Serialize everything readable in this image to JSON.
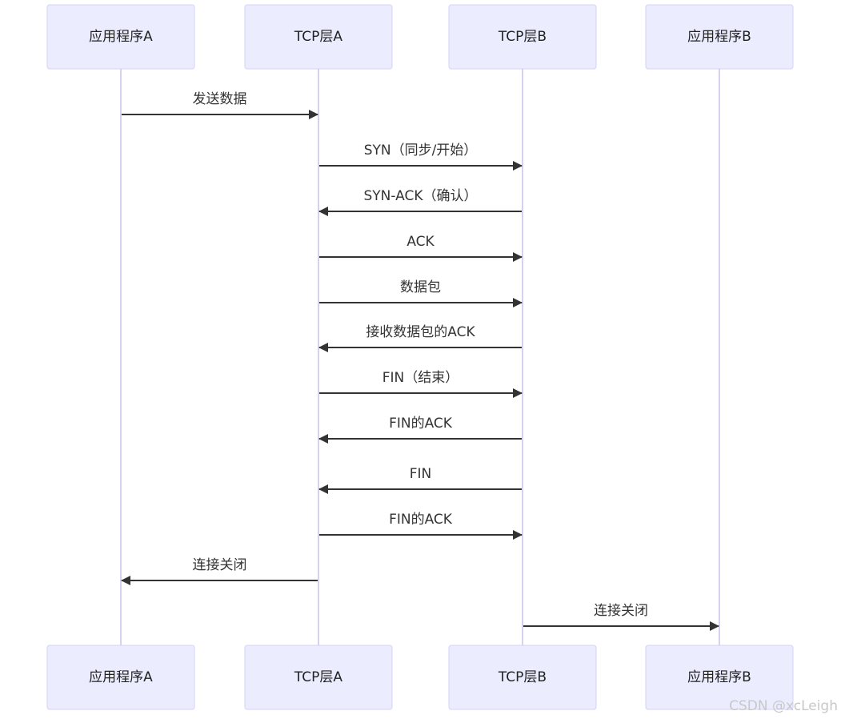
{
  "participants": [
    {
      "id": "appA",
      "label": "应用程序A"
    },
    {
      "id": "tcpA",
      "label": "TCP层A"
    },
    {
      "id": "tcpB",
      "label": "TCP层B"
    },
    {
      "id": "appB",
      "label": "应用程序B"
    }
  ],
  "messages": [
    {
      "from": "appA",
      "to": "tcpA",
      "label": "发送数据"
    },
    {
      "from": "tcpA",
      "to": "tcpB",
      "label": "SYN（同步/开始）"
    },
    {
      "from": "tcpB",
      "to": "tcpA",
      "label": "SYN-ACK（确认）"
    },
    {
      "from": "tcpA",
      "to": "tcpB",
      "label": "ACK"
    },
    {
      "from": "tcpA",
      "to": "tcpB",
      "label": "数据包"
    },
    {
      "from": "tcpB",
      "to": "tcpA",
      "label": "接收数据包的ACK"
    },
    {
      "from": "tcpA",
      "to": "tcpB",
      "label": "FIN（结束）"
    },
    {
      "from": "tcpB",
      "to": "tcpA",
      "label": "FIN的ACK"
    },
    {
      "from": "tcpB",
      "to": "tcpA",
      "label": "FIN"
    },
    {
      "from": "tcpA",
      "to": "tcpB",
      "label": "FIN的ACK"
    },
    {
      "from": "tcpA",
      "to": "appA",
      "label": "连接关闭"
    },
    {
      "from": "tcpB",
      "to": "appB",
      "label": "连接关闭"
    }
  ],
  "watermark": "CSDN @xcLeigh",
  "colors": {
    "participant_fill": "#ececff",
    "participant_stroke": "#d4d2f5",
    "lifeline": "#d4d2f0",
    "arrow": "#333333",
    "text": "#333333"
  }
}
